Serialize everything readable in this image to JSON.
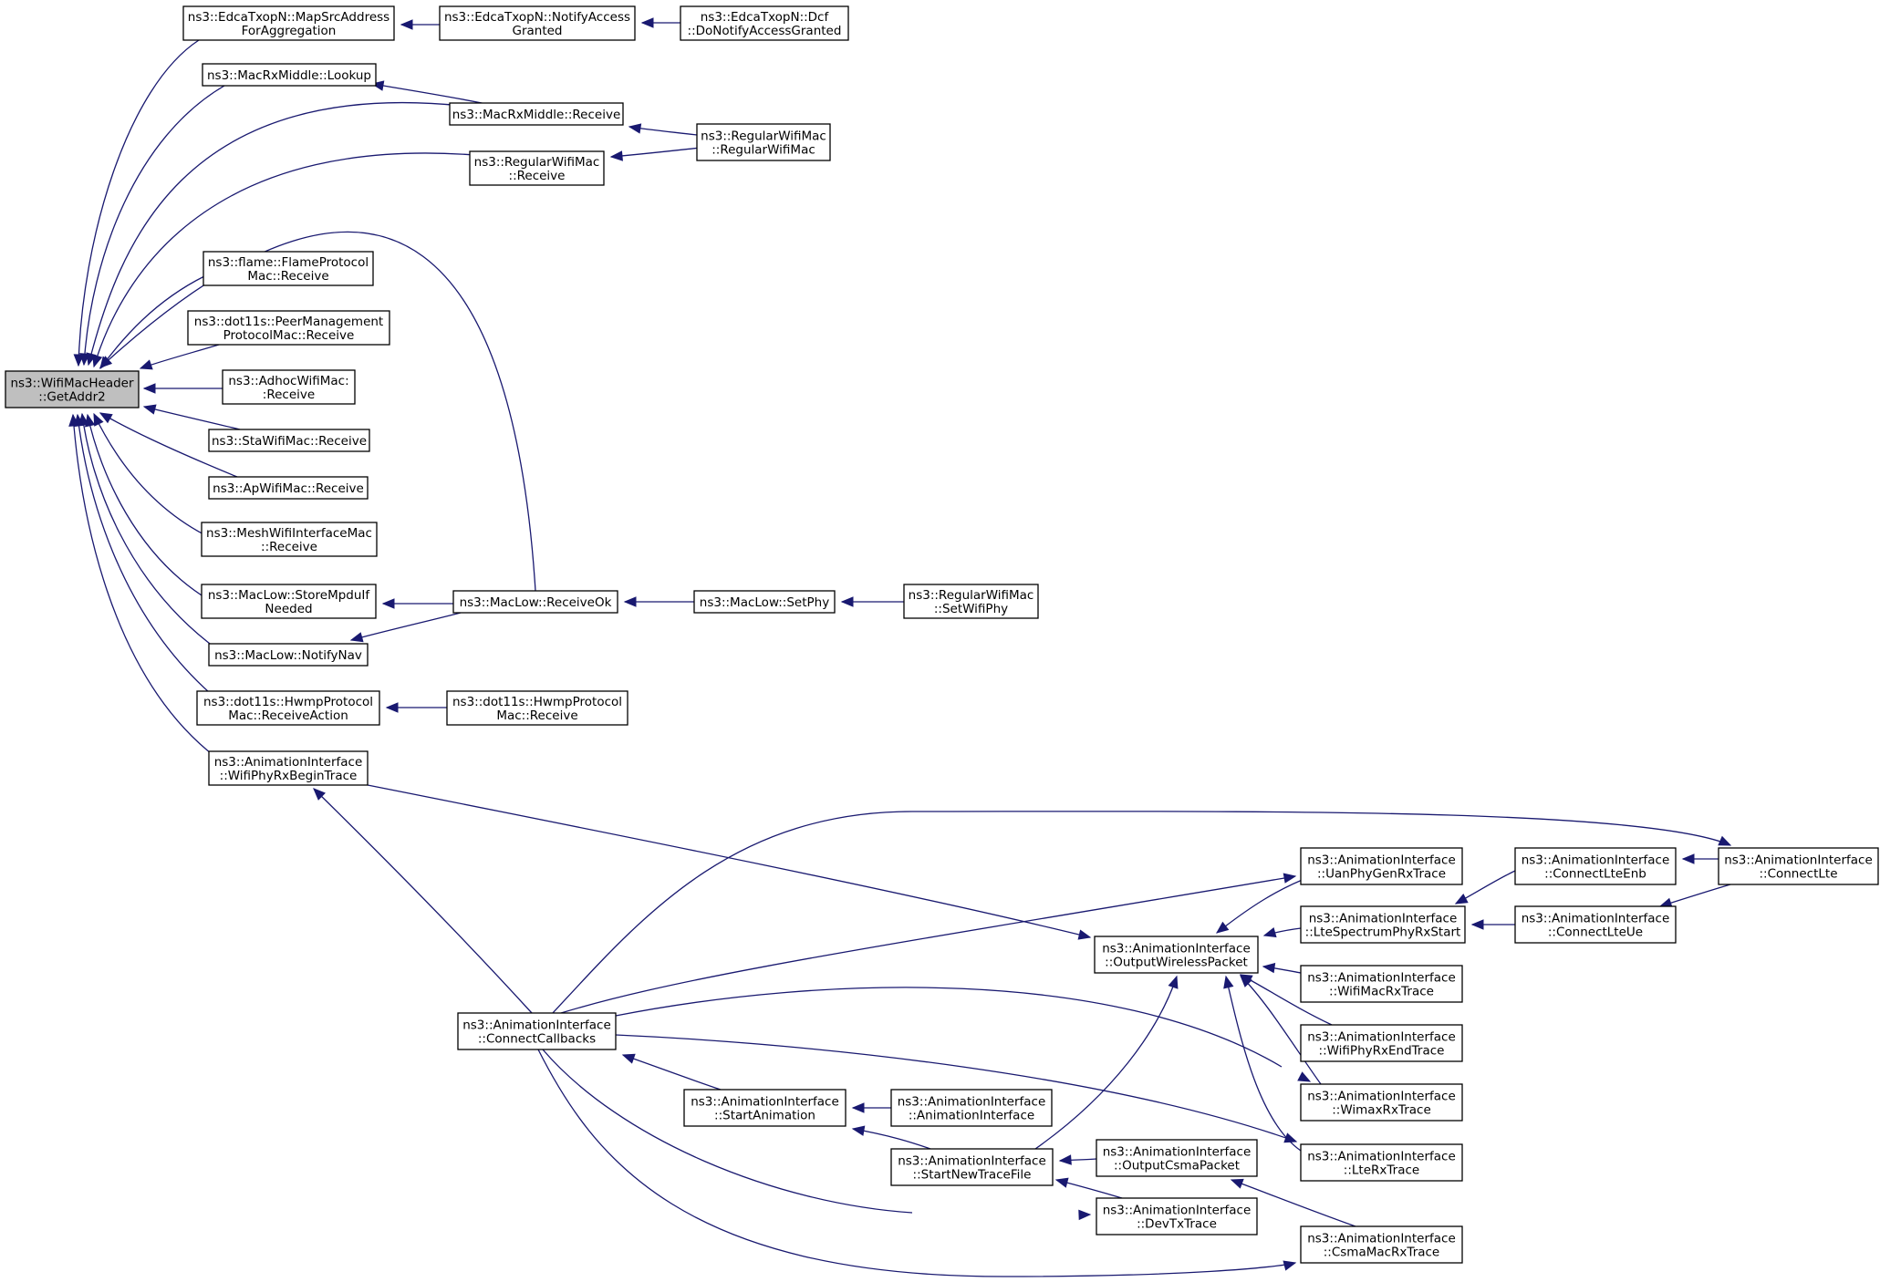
{
  "diagram": {
    "nodes": [
      {
        "id": "getaddr2",
        "lines": [
          "ns3::WifiMacHeader",
          "::GetAddr2"
        ],
        "root": true
      },
      {
        "id": "mapsrc",
        "lines": [
          "ns3::EdcaTxopN::MapSrcAddress",
          "ForAggregation"
        ]
      },
      {
        "id": "notifyaccess",
        "lines": [
          "ns3::EdcaTxopN::NotifyAccess",
          "Granted"
        ]
      },
      {
        "id": "dcfgranted",
        "lines": [
          "ns3::EdcaTxopN::Dcf",
          "::DoNotifyAccessGranted"
        ]
      },
      {
        "id": "lookup",
        "lines": [
          "ns3::MacRxMiddle::Lookup"
        ]
      },
      {
        "id": "rxmiddle",
        "lines": [
          "ns3::MacRxMiddle::Receive"
        ]
      },
      {
        "id": "regctor",
        "lines": [
          "ns3::RegularWifiMac",
          "::RegularWifiMac"
        ]
      },
      {
        "id": "regrecv",
        "lines": [
          "ns3::RegularWifiMac",
          "::Receive"
        ]
      },
      {
        "id": "flame",
        "lines": [
          "ns3::flame::FlameProtocol",
          "Mac::Receive"
        ]
      },
      {
        "id": "peermgmt",
        "lines": [
          "ns3::dot11s::PeerManagement",
          "ProtocolMac::Receive"
        ]
      },
      {
        "id": "adhoc",
        "lines": [
          "ns3::AdhocWifiMac:",
          ":Receive"
        ]
      },
      {
        "id": "sta",
        "lines": [
          "ns3::StaWifiMac::Receive"
        ]
      },
      {
        "id": "ap",
        "lines": [
          "ns3::ApWifiMac::Receive"
        ]
      },
      {
        "id": "mesh",
        "lines": [
          "ns3::MeshWifiInterfaceMac",
          "::Receive"
        ]
      },
      {
        "id": "storempdu",
        "lines": [
          "ns3::MacLow::StoreMpduIf",
          "Needed"
        ]
      },
      {
        "id": "receiveok",
        "lines": [
          "ns3::MacLow::ReceiveOk"
        ]
      },
      {
        "id": "setphy",
        "lines": [
          "ns3::MacLow::SetPhy"
        ]
      },
      {
        "id": "setwifiphy",
        "lines": [
          "ns3::RegularWifiMac",
          "::SetWifiPhy"
        ]
      },
      {
        "id": "notifynav",
        "lines": [
          "ns3::MacLow::NotifyNav"
        ]
      },
      {
        "id": "hwmpaction",
        "lines": [
          "ns3::dot11s::HwmpProtocol",
          "Mac::ReceiveAction"
        ]
      },
      {
        "id": "hwmprecv",
        "lines": [
          "ns3::dot11s::HwmpProtocol",
          "Mac::Receive"
        ]
      },
      {
        "id": "wifiphyrxbegin",
        "lines": [
          "ns3::AnimationInterface",
          "::WifiPhyRxBeginTrace"
        ]
      },
      {
        "id": "connectcallbacks",
        "lines": [
          "ns3::AnimationInterface",
          "::ConnectCallbacks"
        ]
      },
      {
        "id": "outputwireless",
        "lines": [
          "ns3::AnimationInterface",
          "::OutputWirelessPacket"
        ]
      },
      {
        "id": "uanphy",
        "lines": [
          "ns3::AnimationInterface",
          "::UanPhyGenRxTrace"
        ]
      },
      {
        "id": "ltespectrum",
        "lines": [
          "ns3::AnimationInterface",
          "::LteSpectrumPhyRxStart"
        ]
      },
      {
        "id": "connectlteenb",
        "lines": [
          "ns3::AnimationInterface",
          "::ConnectLteEnb"
        ]
      },
      {
        "id": "connectlte",
        "lines": [
          "ns3::AnimationInterface",
          "::ConnectLte"
        ]
      },
      {
        "id": "connectlteue",
        "lines": [
          "ns3::AnimationInterface",
          "::ConnectLteUe"
        ]
      },
      {
        "id": "wifimacrx",
        "lines": [
          "ns3::AnimationInterface",
          "::WifiMacRxTrace"
        ]
      },
      {
        "id": "wifiphyrxend",
        "lines": [
          "ns3::AnimationInterface",
          "::WifiPhyRxEndTrace"
        ]
      },
      {
        "id": "wimaxrx",
        "lines": [
          "ns3::AnimationInterface",
          "::WimaxRxTrace"
        ]
      },
      {
        "id": "lterx",
        "lines": [
          "ns3::AnimationInterface",
          "::LteRxTrace"
        ]
      },
      {
        "id": "startanimation",
        "lines": [
          "ns3::AnimationInterface",
          "::StartAnimation"
        ]
      },
      {
        "id": "animctor",
        "lines": [
          "ns3::AnimationInterface",
          "::AnimationInterface"
        ]
      },
      {
        "id": "starttrace",
        "lines": [
          "ns3::AnimationInterface",
          "::StartNewTraceFile"
        ]
      },
      {
        "id": "outputcsma",
        "lines": [
          "ns3::AnimationInterface",
          "::OutputCsmaPacket"
        ]
      },
      {
        "id": "devtx",
        "lines": [
          "ns3::AnimationInterface",
          "::DevTxTrace"
        ]
      },
      {
        "id": "csmamacrx",
        "lines": [
          "ns3::AnimationInterface",
          "::CsmaMacRxTrace"
        ]
      }
    ],
    "edges": [
      {
        "from": "mapsrc",
        "to": "getaddr2"
      },
      {
        "from": "lookup",
        "to": "getaddr2"
      },
      {
        "from": "rxmiddle",
        "to": "getaddr2"
      },
      {
        "from": "regrecv",
        "to": "getaddr2"
      },
      {
        "from": "receiveok",
        "to": "getaddr2"
      },
      {
        "from": "flame",
        "to": "getaddr2"
      },
      {
        "from": "peermgmt",
        "to": "getaddr2"
      },
      {
        "from": "adhoc",
        "to": "getaddr2"
      },
      {
        "from": "sta",
        "to": "getaddr2"
      },
      {
        "from": "ap",
        "to": "getaddr2"
      },
      {
        "from": "mesh",
        "to": "getaddr2"
      },
      {
        "from": "storempdu",
        "to": "getaddr2"
      },
      {
        "from": "notifynav",
        "to": "getaddr2"
      },
      {
        "from": "hwmpaction",
        "to": "getaddr2"
      },
      {
        "from": "wifiphyrxbegin",
        "to": "getaddr2"
      },
      {
        "from": "notifyaccess",
        "to": "mapsrc"
      },
      {
        "from": "dcfgranted",
        "to": "notifyaccess"
      },
      {
        "from": "rxmiddle",
        "to": "lookup"
      },
      {
        "from": "regctor",
        "to": "rxmiddle"
      },
      {
        "from": "regctor",
        "to": "regrecv"
      },
      {
        "from": "receiveok",
        "to": "storempdu"
      },
      {
        "from": "receiveok",
        "to": "notifynav"
      },
      {
        "from": "setphy",
        "to": "receiveok"
      },
      {
        "from": "setwifiphy",
        "to": "setphy"
      },
      {
        "from": "hwmprecv",
        "to": "hwmpaction"
      },
      {
        "from": "connectcallbacks",
        "to": "wifiphyrxbegin"
      },
      {
        "from": "wifiphyrxbegin",
        "to": "outputwireless"
      },
      {
        "from": "uanphy",
        "to": "outputwireless"
      },
      {
        "from": "ltespectrum",
        "to": "outputwireless"
      },
      {
        "from": "wifimacrx",
        "to": "outputwireless"
      },
      {
        "from": "wifiphyrxend",
        "to": "outputwireless"
      },
      {
        "from": "wimaxrx",
        "to": "outputwireless"
      },
      {
        "from": "lterx",
        "to": "outputwireless"
      },
      {
        "from": "starttrace",
        "to": "outputwireless"
      },
      {
        "from": "connectlteenb",
        "to": "ltespectrum"
      },
      {
        "from": "connectlteue",
        "to": "ltespectrum"
      },
      {
        "from": "connectlte",
        "to": "connectlteenb"
      },
      {
        "from": "connectlte",
        "to": "connectlteue"
      },
      {
        "from": "connectcallbacks",
        "to": "connectlte"
      },
      {
        "from": "connectcallbacks",
        "to": "uanphy"
      },
      {
        "from": "connectcallbacks",
        "to": "wimaxrx"
      },
      {
        "from": "connectcallbacks",
        "to": "lterx"
      },
      {
        "from": "connectcallbacks",
        "to": "devtx"
      },
      {
        "from": "connectcallbacks",
        "to": "csmamacrx"
      },
      {
        "from": "startanimation",
        "to": "connectcallbacks"
      },
      {
        "from": "animctor",
        "to": "startanimation"
      },
      {
        "from": "starttrace",
        "to": "startanimation"
      },
      {
        "from": "outputcsma",
        "to": "starttrace"
      },
      {
        "from": "devtx",
        "to": "starttrace"
      },
      {
        "from": "csmamacrx",
        "to": "outputcsma"
      }
    ]
  }
}
